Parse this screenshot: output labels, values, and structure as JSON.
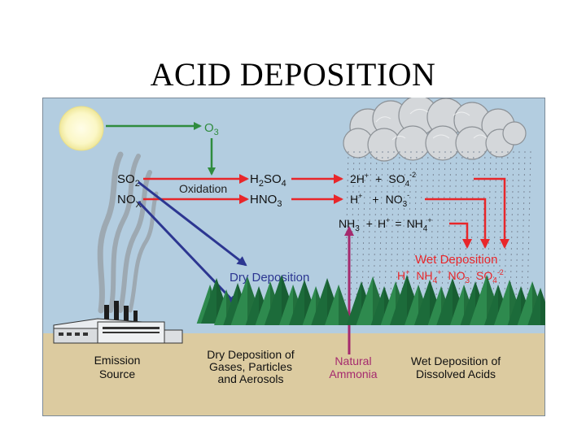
{
  "slide": {
    "title": "ACID DEPOSITION"
  },
  "colors": {
    "sky": "#b3cde0",
    "ground": "#dccba0",
    "red": "#e8262a",
    "navy": "#2c3691",
    "green": "#2f8c3e",
    "magenta": "#a52a6e",
    "sun": "#fbf7c6",
    "tree_dark": "#1c6b3a",
    "tree_light": "#2e8a4e"
  },
  "icons": [
    "sun-icon",
    "cloud-icon",
    "factory-icon",
    "smoke-plume-icon",
    "tree-icon",
    "rain-streak-icon"
  ],
  "labels": {
    "o3": "O",
    "o3_sub": "3",
    "so2": "SO",
    "so2_sub": "2",
    "nox": "NO",
    "nox_sub": "X",
    "oxidation": "Oxidation",
    "h2so4_a": "H",
    "h2so4_sub1": "2",
    "h2so4_b": "SO",
    "h2so4_sub2": "4",
    "hno3_a": "HNO",
    "hno3_sub": "3",
    "eq1_a": "2H",
    "eq1_sup": "+",
    "eq1_plus": "+",
    "eq1_b": "SO",
    "eq1_sub": "4",
    "eq1_sup2": "-2",
    "eq2_a": "H",
    "eq2_sup": "+",
    "eq2_plus": "+",
    "eq2_b": "NO",
    "eq2_sub": "3",
    "eq2_sup2": "-",
    "eq3_a": "NH",
    "eq3_sub": "3",
    "eq3_plus": "+",
    "eq3_b": "H",
    "eq3_sup": "+",
    "eq3_eq": "=",
    "eq3_c": "NH",
    "eq3_sub2": "4",
    "eq3_sup2": "+",
    "wet_deposition": "Wet Deposition",
    "ion1": "H",
    "ion1_sup": "+",
    "ion2": "NH",
    "ion2_sub": "4",
    "ion2_sup": "+",
    "ion3": "NO",
    "ion3_sub": "3",
    "ion4": "SO",
    "ion4_sub": "4",
    "ion4_sup": "-2",
    "dry_deposition": "Dry Deposition"
  },
  "captions": {
    "emission_1": "Emission",
    "emission_2": "Source",
    "dry_1": "Dry Deposition of",
    "dry_2": "Gases, Particles",
    "dry_3": "and Aerosols",
    "ammonia_1": "Natural",
    "ammonia_2": "Ammonia",
    "wet_1": "Wet Deposition of",
    "wet_2": "Dissolved Acids"
  }
}
